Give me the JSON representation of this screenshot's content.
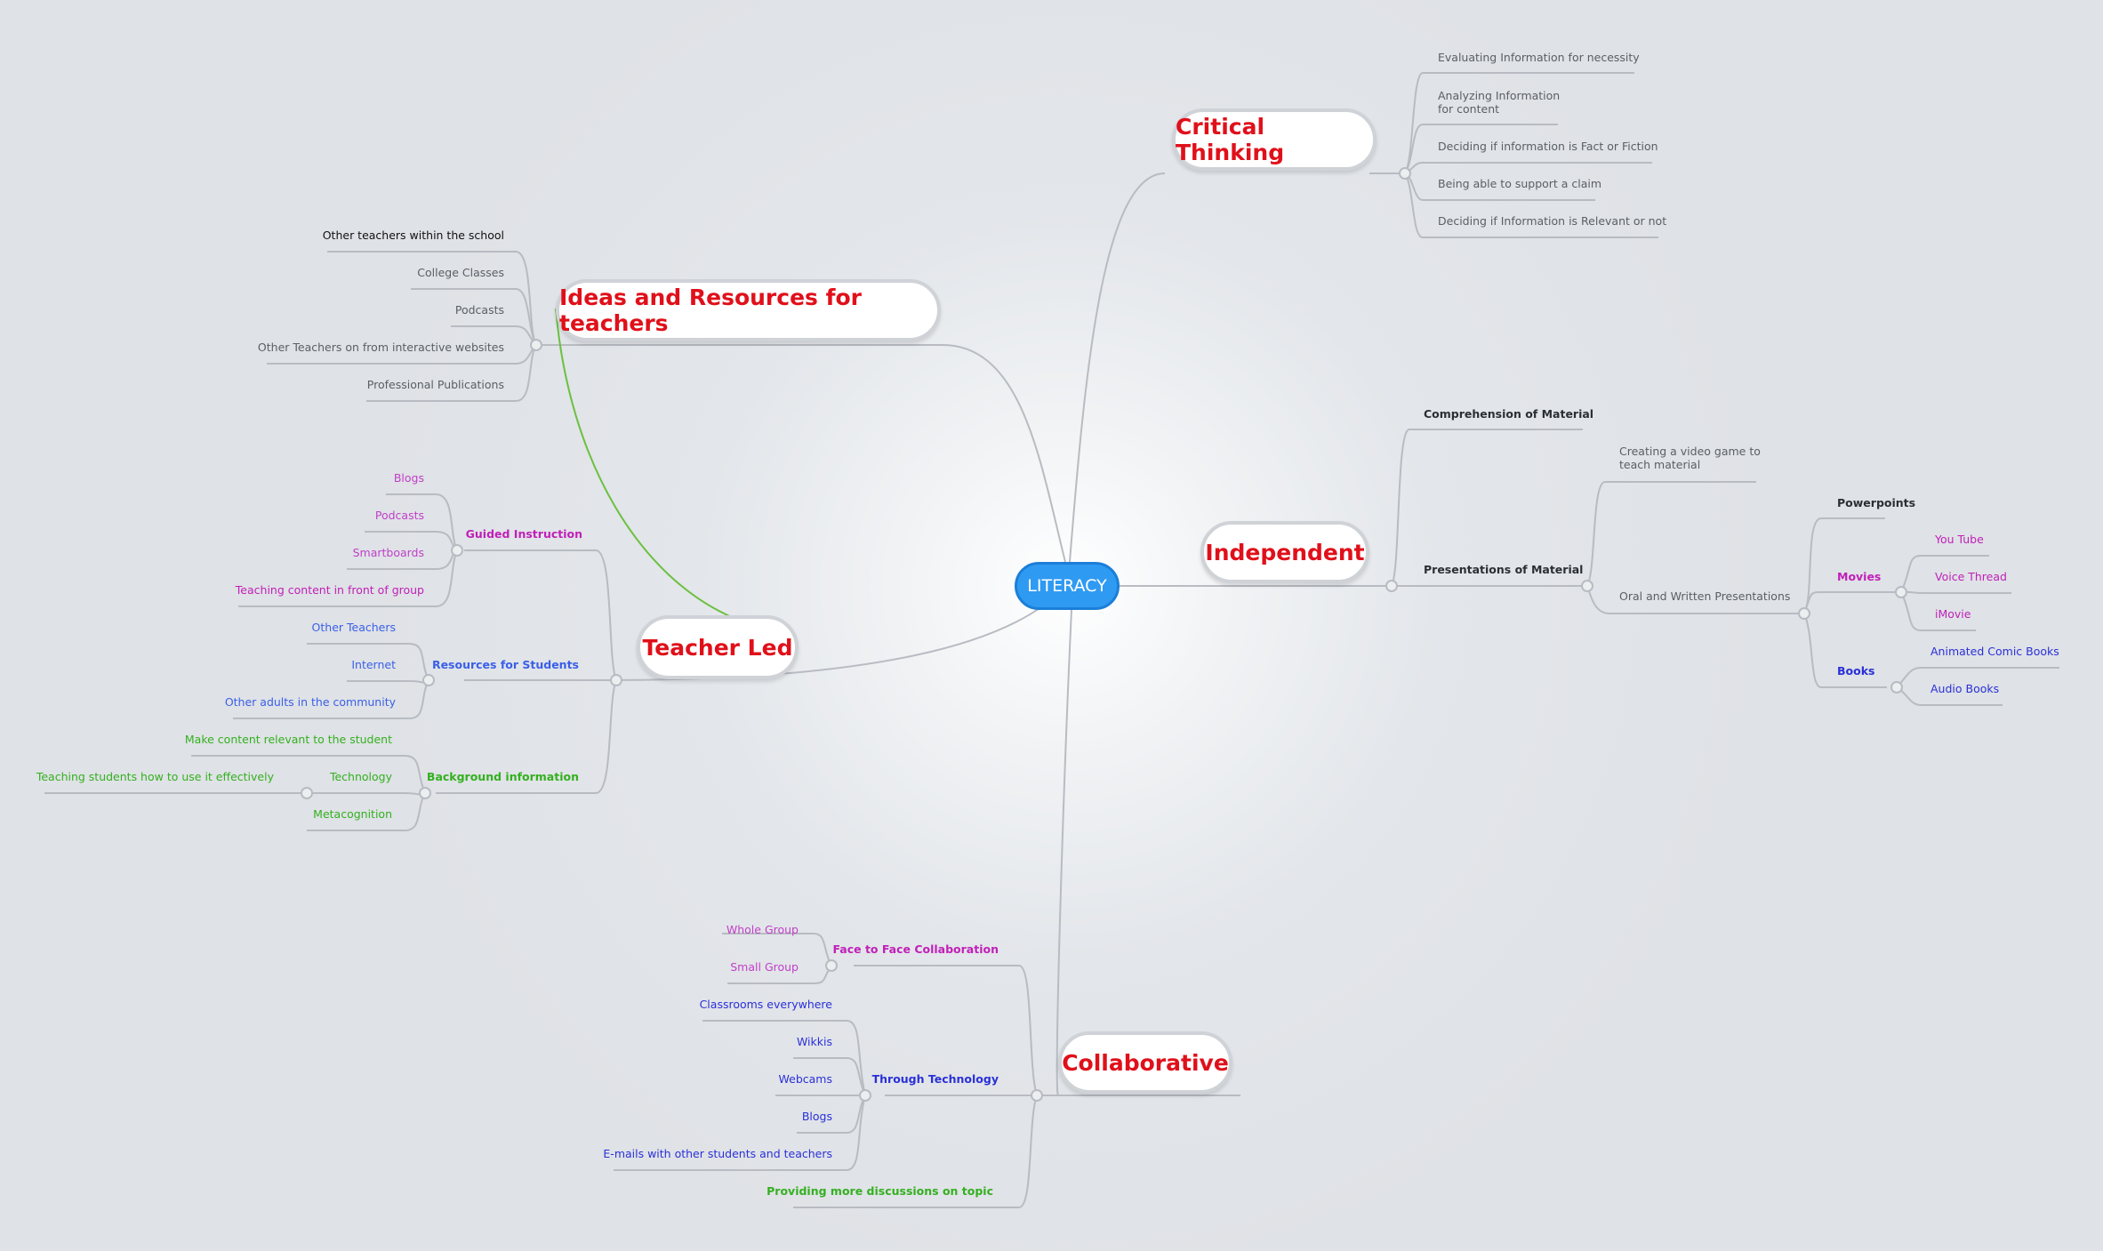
{
  "root": {
    "label": "LITERACY"
  },
  "colors": {
    "root": "#2f9af2",
    "topic_text": "#e0101a",
    "line": "#b8bcc2",
    "green_link": "#6cc040"
  },
  "topics": {
    "critical": "Critical Thinking",
    "ideas": "Ideas and Resources for teachers",
    "independent": "Independent",
    "teacher_led": "Teacher Led",
    "collaborative": "Collaborative"
  },
  "critical_items": [
    "Evaluating Information for necessity",
    "Analyzing Information",
    "for content",
    "Deciding if information is Fact or Fiction",
    "Being able to support a claim",
    "Deciding if Information is Relevant or not"
  ],
  "ideas_items": [
    "Other teachers within the school",
    "College Classes",
    "Podcasts",
    "Other Teachers on from interactive websites",
    "Professional Publications"
  ],
  "independent": {
    "comprehension": "Comprehension of Material",
    "presentations": "Presentations of Material",
    "video_game_1": "Creating a video game to",
    "video_game_2": "teach material",
    "oral": "Oral and Written Presentations",
    "powerpoints": "Powerpoints",
    "movies": "Movies",
    "movie_items": [
      "You Tube",
      "Voice Thread",
      "iMovie"
    ],
    "books": "Books",
    "book_items": [
      "Animated Comic Books",
      "Audio Books"
    ]
  },
  "teacher_led": {
    "guided": "Guided Instruction",
    "guided_items": [
      "Blogs",
      "Podcasts",
      "Smartboards",
      "Teaching content in front of group"
    ],
    "resources": "Resources for Students",
    "resources_items": [
      "Other Teachers",
      "Internet",
      "Other adults in the community"
    ],
    "background": "Background information",
    "background_items": [
      "Make content relevant to the student",
      "Technology",
      "Metacognition"
    ],
    "technology_sub": "Teaching students how to use it effectively"
  },
  "collaborative": {
    "face": "Face to Face Collaboration",
    "face_items": [
      "Whole Group",
      "Small Group"
    ],
    "tech": "Through Technology",
    "tech_items": [
      "Classrooms everywhere",
      "Wikkis",
      "Webcams",
      "Blogs",
      "E-mails with other students and teachers"
    ],
    "discussions": "Providing more discussions on topic"
  }
}
